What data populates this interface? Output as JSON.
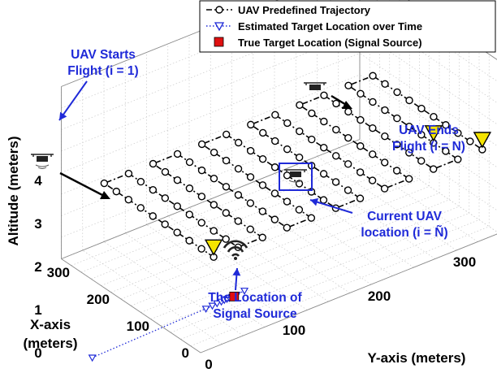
{
  "chart_data": {
    "type": "line3d",
    "axes": {
      "x": {
        "label_lines": [
          "X-axis",
          "(meters)"
        ],
        "ticks": [
          "0",
          "100",
          "200",
          "300"
        ],
        "range": [
          0,
          350
        ]
      },
      "y": {
        "label": "Y-axis (meters)",
        "ticks": [
          "0",
          "100",
          "200",
          "300"
        ],
        "range": [
          0,
          350
        ]
      },
      "z": {
        "label": "Altitude (meters)",
        "ticks": [
          "0",
          "1",
          "2",
          "3",
          "4"
        ],
        "range": [
          0,
          4
        ]
      }
    },
    "grid": true,
    "legend": {
      "position": "top-right",
      "entries": [
        {
          "label": "UAV Predefined Trajectory",
          "style": "black dash-dot with open circles"
        },
        {
          "label": "Estimated Target Location over Time",
          "style": "blue dotted with open triangles"
        },
        {
          "label": "True Target Location (Signal Source)",
          "style": "red filled square"
        }
      ]
    },
    "series": [
      {
        "name": "UAV Predefined Trajectory",
        "pattern": "lawnmower",
        "altitude": 2,
        "passes": 12,
        "points_per_pass": 10
      },
      {
        "name": "Estimated Target Location over Time",
        "points": [
          {
            "x": 90,
            "y": -85,
            "z": 0
          },
          {
            "x": 98,
            "y": 52,
            "z": 0
          },
          {
            "x": 99,
            "y": 60,
            "z": 0
          },
          {
            "x": 100,
            "y": 66,
            "z": 0
          },
          {
            "x": 100,
            "y": 71,
            "z": 0
          },
          {
            "x": 101,
            "y": 75,
            "z": 0
          },
          {
            "x": 101,
            "y": 78,
            "z": 0
          },
          {
            "x": 101,
            "y": 81,
            "z": 0
          },
          {
            "x": 101,
            "y": 84,
            "z": 0
          },
          {
            "x": 102,
            "y": 90,
            "z": 0
          },
          {
            "x": 104,
            "y": 100,
            "z": 0
          }
        ]
      },
      {
        "name": "True Target Location (Signal Source)",
        "points": [
          {
            "x": 100,
            "y": 86,
            "z": 0
          }
        ]
      }
    ],
    "annotations": [
      {
        "id": "start",
        "lines": [
          "UAV Starts",
          "Flight (i = 1)"
        ]
      },
      {
        "id": "end",
        "lines": [
          "UAV Ends",
          "Flight (i = N)"
        ]
      },
      {
        "id": "current",
        "lines": [
          "Current UAV",
          "location (i = Ñ)"
        ]
      },
      {
        "id": "source",
        "lines": [
          "The Location of",
          "Signal Source"
        ]
      }
    ],
    "colors": {
      "trajectory": "#000000",
      "estimate": "#1f2ad8",
      "true_target": "#e01010",
      "marker": "#f5e400",
      "annotation": "#1f2ad8"
    }
  }
}
